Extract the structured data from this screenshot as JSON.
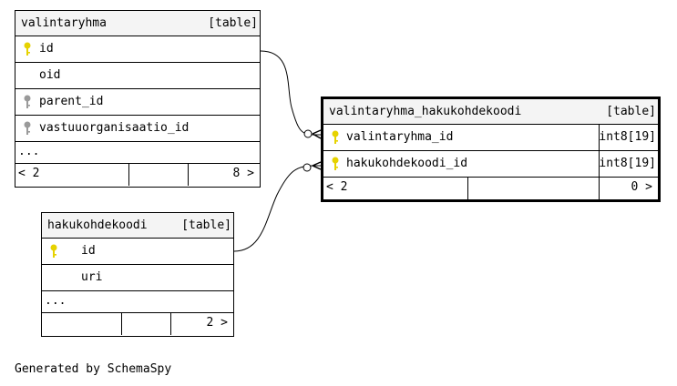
{
  "tables": {
    "valintaryhma": {
      "name": "valintaryhma",
      "kind": "[table]",
      "columns": [
        {
          "name": "id",
          "key": "primary"
        },
        {
          "name": "oid",
          "key": "none"
        },
        {
          "name": "parent_id",
          "key": "foreign"
        },
        {
          "name": "vastuuorganisaatio_id",
          "key": "foreign"
        }
      ],
      "more": "...",
      "parents": "< 2",
      "children": "8 >"
    },
    "valintaryhma_hakukohdekoodi": {
      "name": "valintaryhma_hakukohdekoodi",
      "kind": "[table]",
      "columns": [
        {
          "name": "valintaryhma_id",
          "type": "int8[19]",
          "key": "primary"
        },
        {
          "name": "hakukohdekoodi_id",
          "type": "int8[19]",
          "key": "primary"
        }
      ],
      "parents": "< 2",
      "children": "0 >"
    },
    "hakukohdekoodi": {
      "name": "hakukohdekoodi",
      "kind": "[table]",
      "columns": [
        {
          "name": "id",
          "key": "primary"
        },
        {
          "name": "uri",
          "key": "none"
        }
      ],
      "more": "...",
      "children": "2 >"
    }
  },
  "colors": {
    "primary_key": "#e6d200",
    "foreign_key": "#9a9a9a",
    "header_bg": "#f4f4f4"
  },
  "footer": "Generated by SchemaSpy"
}
